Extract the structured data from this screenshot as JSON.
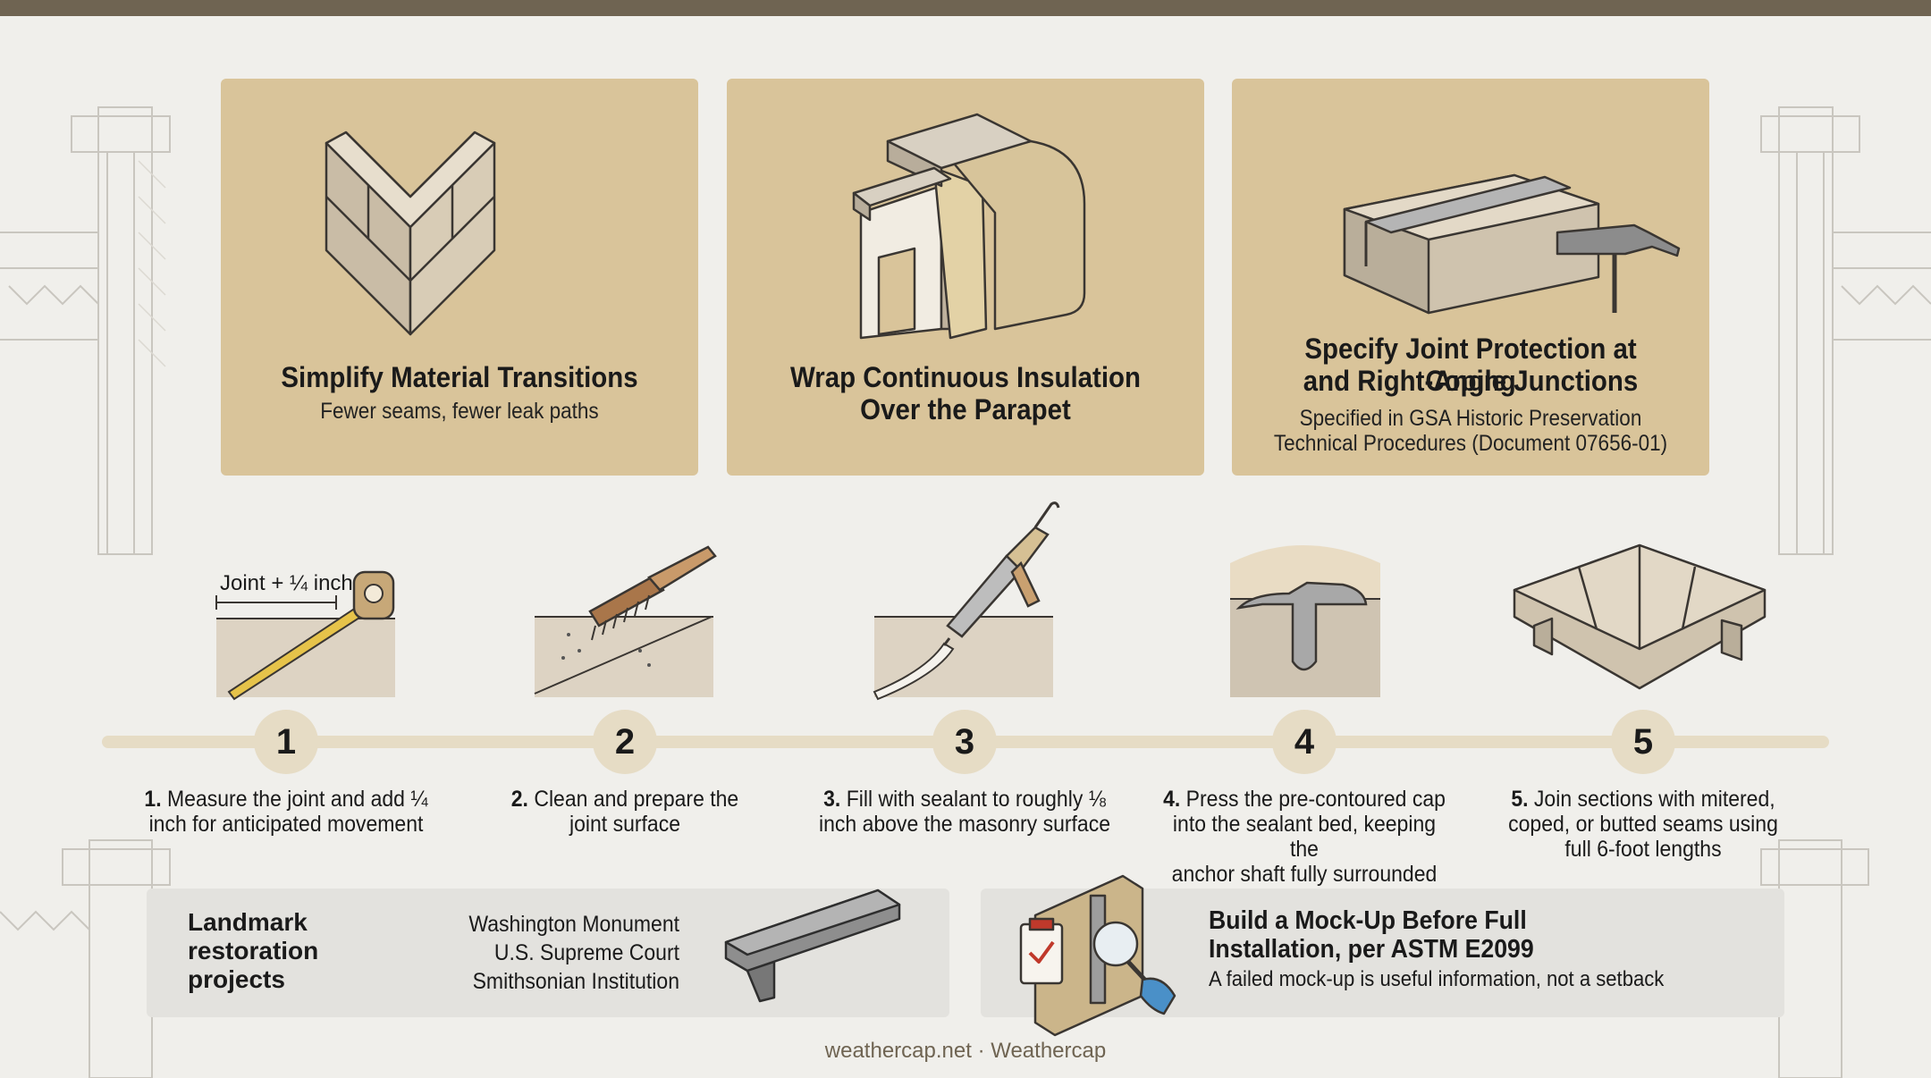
{
  "cards": [
    {
      "title": "Simplify Material Transitions",
      "subtitle": "Fewer seams, fewer leak paths"
    },
    {
      "title_line1": "Wrap Continuous Insulation",
      "title_line2": "Over the Parapet"
    },
    {
      "title_line1": "Specify Joint Protection at Coping",
      "title_line2": "and Right-Angle Junctions",
      "subtitle_line1": "Specified in GSA Historic Preservation",
      "subtitle_line2": "Technical Procedures (Document 07656-01)"
    }
  ],
  "measure_label": "Joint + ¼ inch",
  "steps": [
    {
      "number": "1",
      "prefix": "1.",
      "line1": "Measure the joint and add ¼",
      "line2": "inch for anticipated movement",
      "line3": ""
    },
    {
      "number": "2",
      "prefix": "2.",
      "line1": "Clean and prepare the",
      "line2": "joint surface",
      "line3": ""
    },
    {
      "number": "3",
      "prefix": "3.",
      "line1": "Fill with sealant to roughly ⅛",
      "line2": "inch above the masonry surface",
      "line3": ""
    },
    {
      "number": "4",
      "prefix": "4.",
      "line1": "Press the pre-contoured cap",
      "line2": "into the sealant bed, keeping the",
      "line3": "anchor shaft fully surrounded"
    },
    {
      "number": "5",
      "prefix": "5.",
      "line1": "Join sections with mitered,",
      "line2": "coped, or butted seams using",
      "line3": "full 6-foot lengths"
    }
  ],
  "landmarks": {
    "title_line1": "Landmark",
    "title_line2": "restoration",
    "title_line3": "projects",
    "items": [
      "Washington Monument",
      "U.S. Supreme Court",
      "Smithsonian Institution"
    ]
  },
  "mockup": {
    "title_line1": "Build a Mock-Up Before Full",
    "title_line2": "Installation, per ASTM E2099",
    "subtitle": "A failed mock-up is useful information, not a setback"
  },
  "footer": {
    "site": "weathercap.net",
    "separator": "·",
    "brand": "Weathercap"
  },
  "colors": {
    "card": "#d9c49a",
    "topbar": "#6f6452",
    "timeline": "#e6dcc5",
    "panel": "#e3e2de",
    "background": "#f0efeb"
  }
}
